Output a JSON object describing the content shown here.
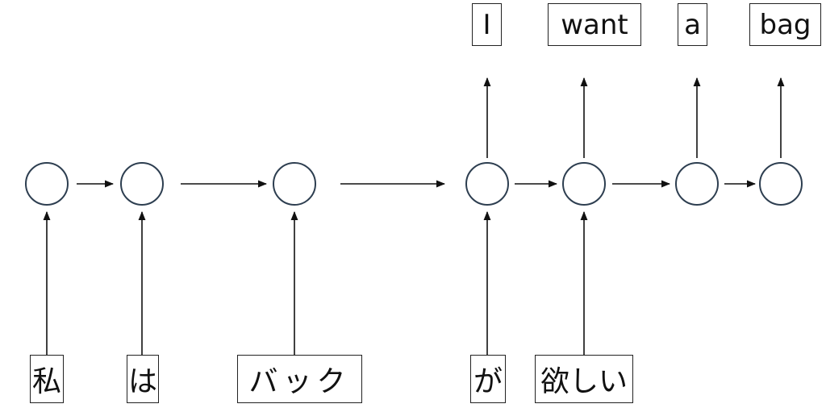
{
  "diagram": {
    "output_tokens": [
      "I",
      "want",
      "a",
      "bag"
    ],
    "input_tokens": [
      "私",
      "は",
      "バック",
      "が",
      "欲しい"
    ],
    "node_count": 7,
    "colors": {
      "node_stroke": "#2d3e50",
      "arrow": "#111111",
      "box_border": "#222222"
    }
  }
}
